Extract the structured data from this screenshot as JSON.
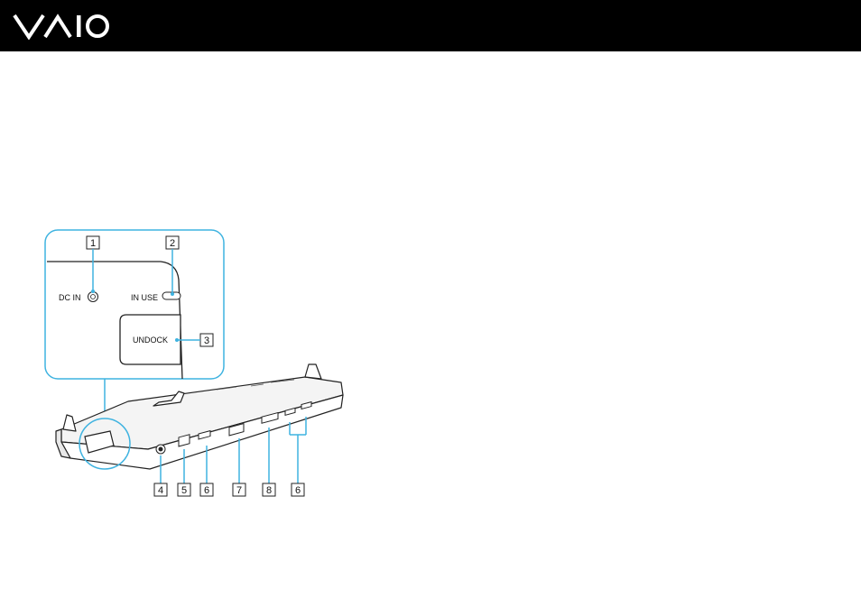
{
  "header": {
    "brand": "VAIO"
  },
  "figure": {
    "inset_labels": {
      "dc_in": "DC IN",
      "in_use": "IN USE",
      "undock": "UNDOCK"
    },
    "callouts": [
      "1",
      "2",
      "3",
      "4",
      "5",
      "6",
      "7",
      "8",
      "6"
    ],
    "colors": {
      "accent": "#3fb3e0",
      "header_bg": "#000000"
    }
  }
}
